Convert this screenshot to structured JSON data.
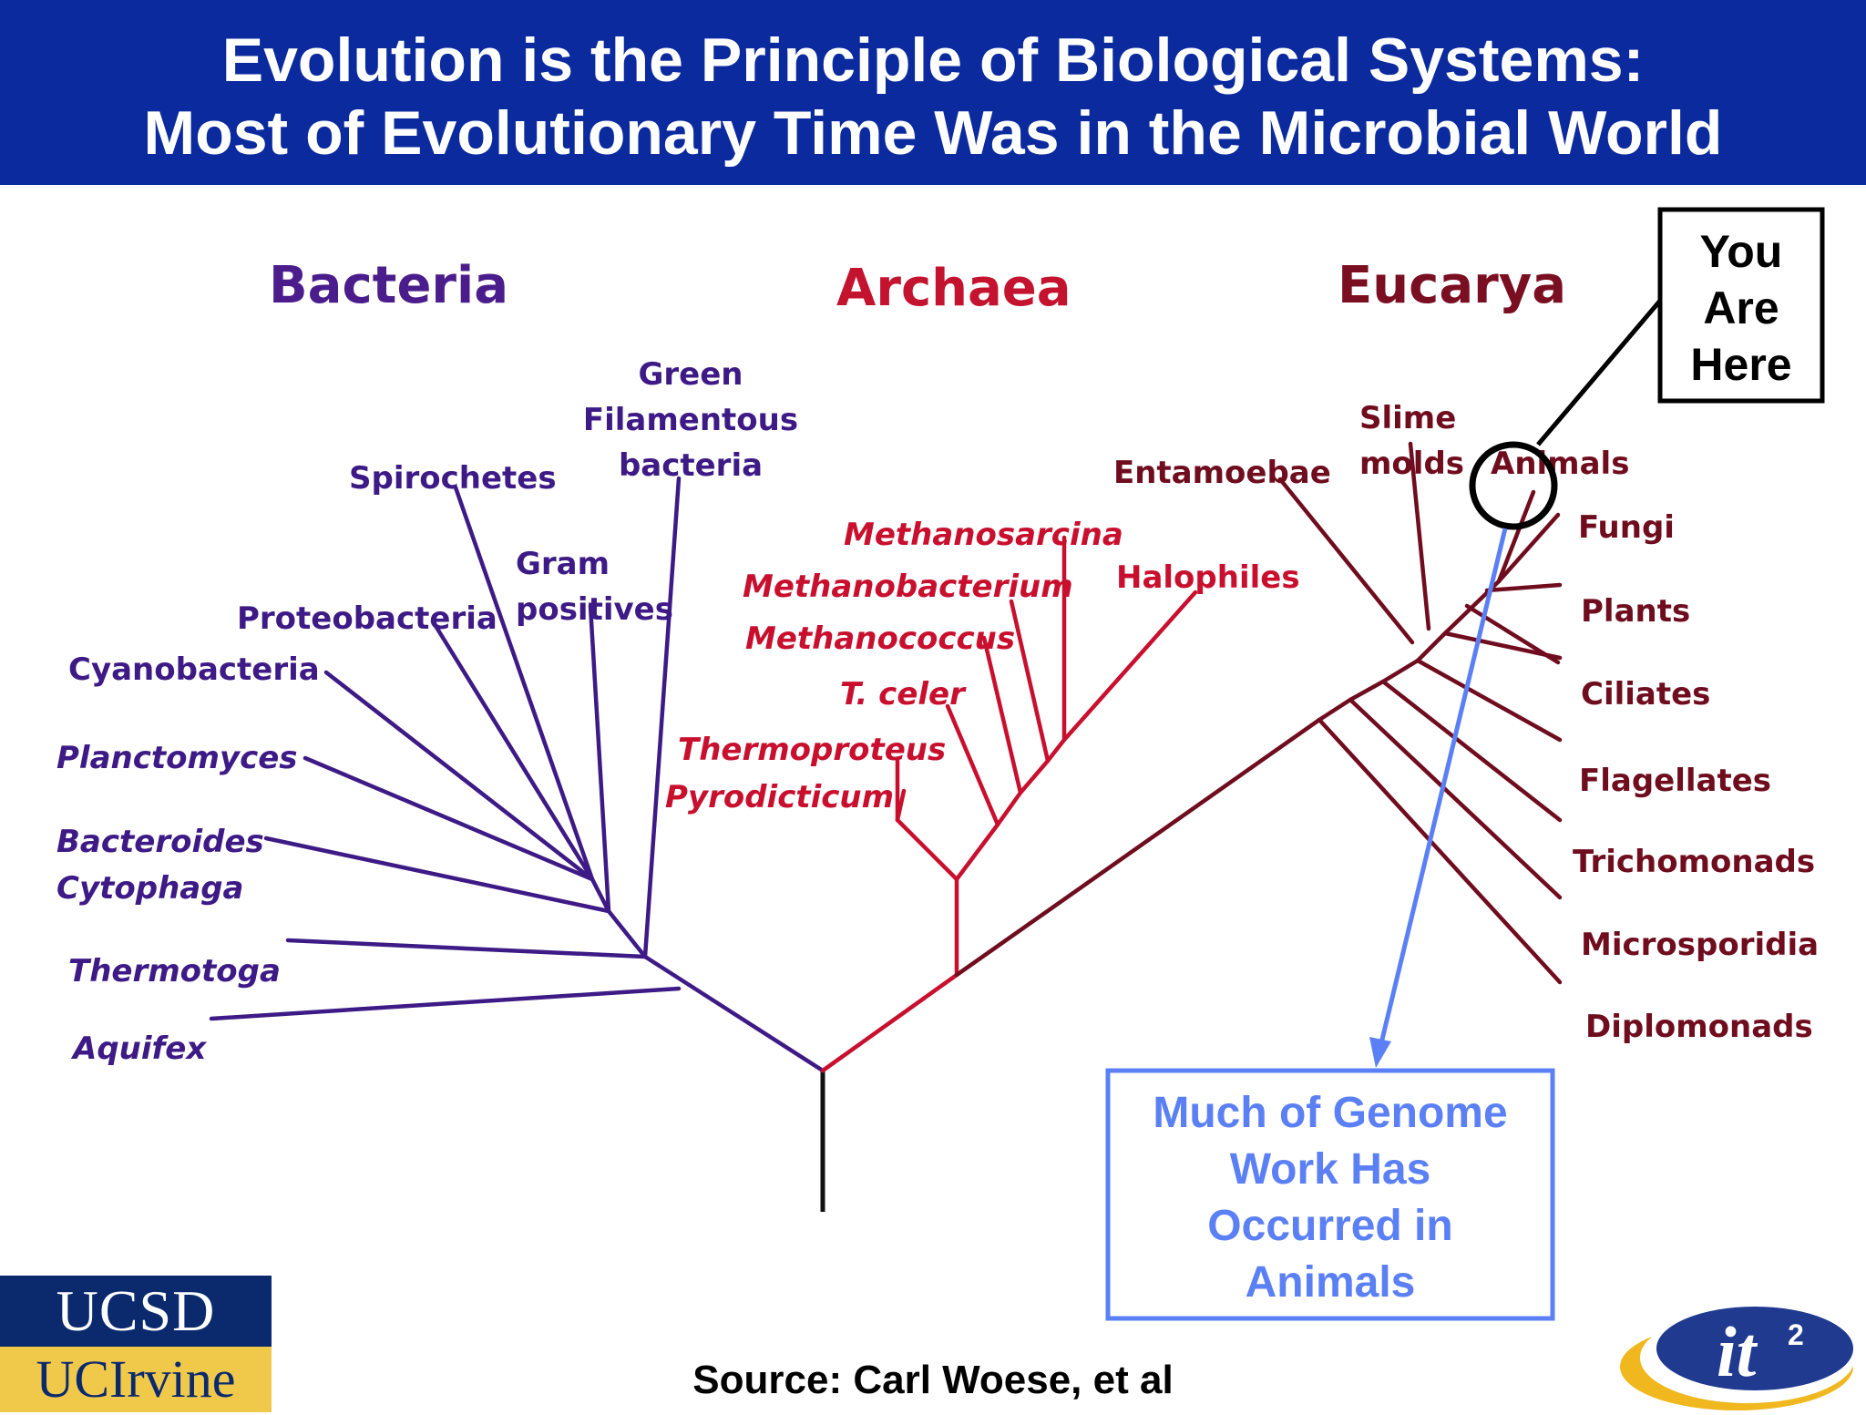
{
  "title": {
    "line1": "Evolution is the Principle of Biological Systems:",
    "line2": "Most of Evolutionary Time Was in the Microbial World"
  },
  "domains": {
    "bacteria": "Bacteria",
    "archaea": "Archaea",
    "eucarya": "Eucarya"
  },
  "bacteria_labels": {
    "green1": "Green",
    "green2": "Filamentous",
    "green3": "bacteria",
    "spirochetes": "Spirochetes",
    "gram1": "Gram",
    "gram2": "positives",
    "proteobacteria": "Proteobacteria",
    "cyanobacteria": "Cyanobacteria",
    "planctomyces": "Planctomyces",
    "bacteroides": "Bacteroides",
    "cytophaga": "Cytophaga",
    "thermotoga": "Thermotoga",
    "aquifex": "Aquifex"
  },
  "archaea_labels": {
    "methanosarcina": "Methanosarcina",
    "methanobacterium": "Methanobacterium",
    "halophiles": "Halophiles",
    "methanococcus": "Methanococcus",
    "t_celer": "T. celer",
    "thermoproteus": "Thermoproteus",
    "pyrodicticum": "Pyrodicticum"
  },
  "eucarya_labels": {
    "entamoebae": "Entamoebae",
    "slime1": "Slime",
    "slime2": "molds",
    "animals": "Animals",
    "fungi": "Fungi",
    "plants": "Plants",
    "ciliates": "Ciliates",
    "flagellates": "Flagellates",
    "trichomonads": "Trichomonads",
    "microsporidia": "Microsporidia",
    "diplomonads": "Diplomonads"
  },
  "callout_you": {
    "line1": "You",
    "line2": "Are",
    "line3": "Here"
  },
  "callout_genome": {
    "line1": "Much of Genome",
    "line2": "Work Has",
    "line3": "Occurred in",
    "line4": "Animals"
  },
  "source": "Source: Carl Woese, et al",
  "logos": {
    "ucsd": "UCSD",
    "uci": "UCIrvine",
    "it2": "it",
    "it2_sup": "2"
  },
  "colors": {
    "title_bar": "#0b2a9e",
    "bacteria": "#3d1a85",
    "archaea": "#c8102e",
    "eucarya": "#6f0d1e",
    "genome_callout": "#5b80f5"
  }
}
